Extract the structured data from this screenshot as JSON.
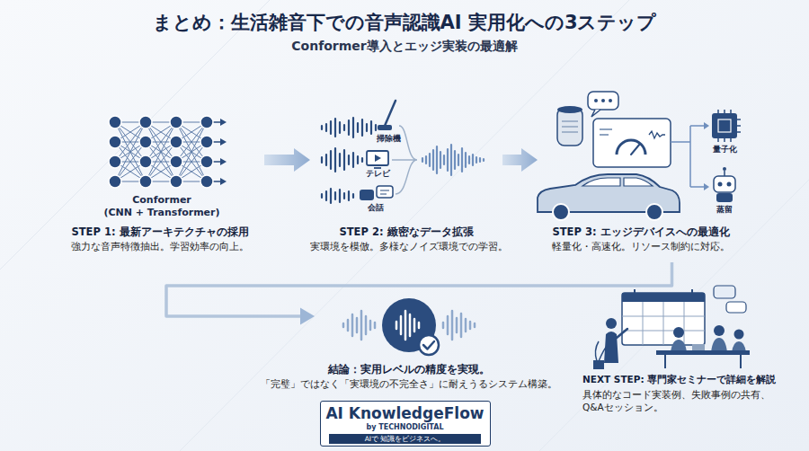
{
  "diagram": {
    "title": "まとめ：生活雑音下での音声認識AI 実用化への3ステップ",
    "nodes": [
      {
        "text": [
          "STEP 1: 最新アーキテクチャの採用",
          "強力な音声特徴抽出。学習効率の向上。"
        ]
      },
      {
        "text": [
          "STEP 2: 緻密なデータ拡張",
          "実環境を模倣。多様なノイズ環境での学習。"
        ]
      },
      {
        "text": [
          "STEP 3: エッジデバイスへの最適化",
          "軽量化・高速化。リソース制約に対応。"
        ]
      },
      {
        "text": [
          "結論：実用レベルの精度を実現。",
          "「完璧」ではなく「実環境の不完全さ」に耐えうるシステム構築。"
        ]
      },
      {
        "text": [
          "NEXT STEP: 専門家セミナーで詳細を解説",
          "具体的なコード実装例、失敗事例の共有、 Q&Aセッション。"
        ]
      },
      {
        "text": [
          "AI KnowledgeFlow",
          "by TECHNODIGITAL",
          "AIで 知識をビジネスへ。"
        ]
      }
    ],
    "edges": [
      {
        "from": 0,
        "to": 1,
        "arrow": "to"
      },
      {
        "from": 1,
        "to": 2,
        "arrow": "to"
      },
      {
        "from": 2,
        "to": 3,
        "arrow": "to"
      }
    ],
    "labels": [
      "Conformer導入とエッジ実装の最適解",
      "Conformer",
      "(CNN + Transformer)",
      "掃除機",
      "テレビ",
      "会話",
      "量子化",
      "蒸留"
    ]
  }
}
